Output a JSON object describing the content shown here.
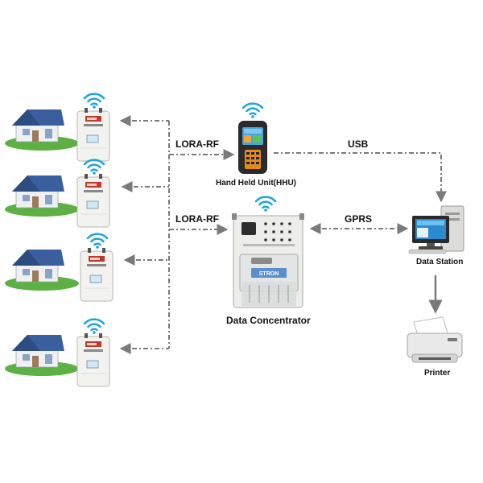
{
  "labels": {
    "lora_rf_top": "LORA-RF",
    "lora_rf_mid": "LORA-RF",
    "usb": "USB",
    "gprs": "GPRS",
    "hhu": "Hand Held Unit(HHU)",
    "data_concentrator": "Data Concentrator",
    "data_station": "Data Station",
    "printer": "Printer"
  },
  "meter_brand": "STRON",
  "colors": {
    "connector": "#7a7a7a",
    "wifi": "#1fa3e0",
    "roof": "#3a5f9e",
    "grass": "#5db043",
    "house_wall": "#eef0f2",
    "meter_body": "#f2f2ef",
    "screen": "#cfe9f7"
  }
}
